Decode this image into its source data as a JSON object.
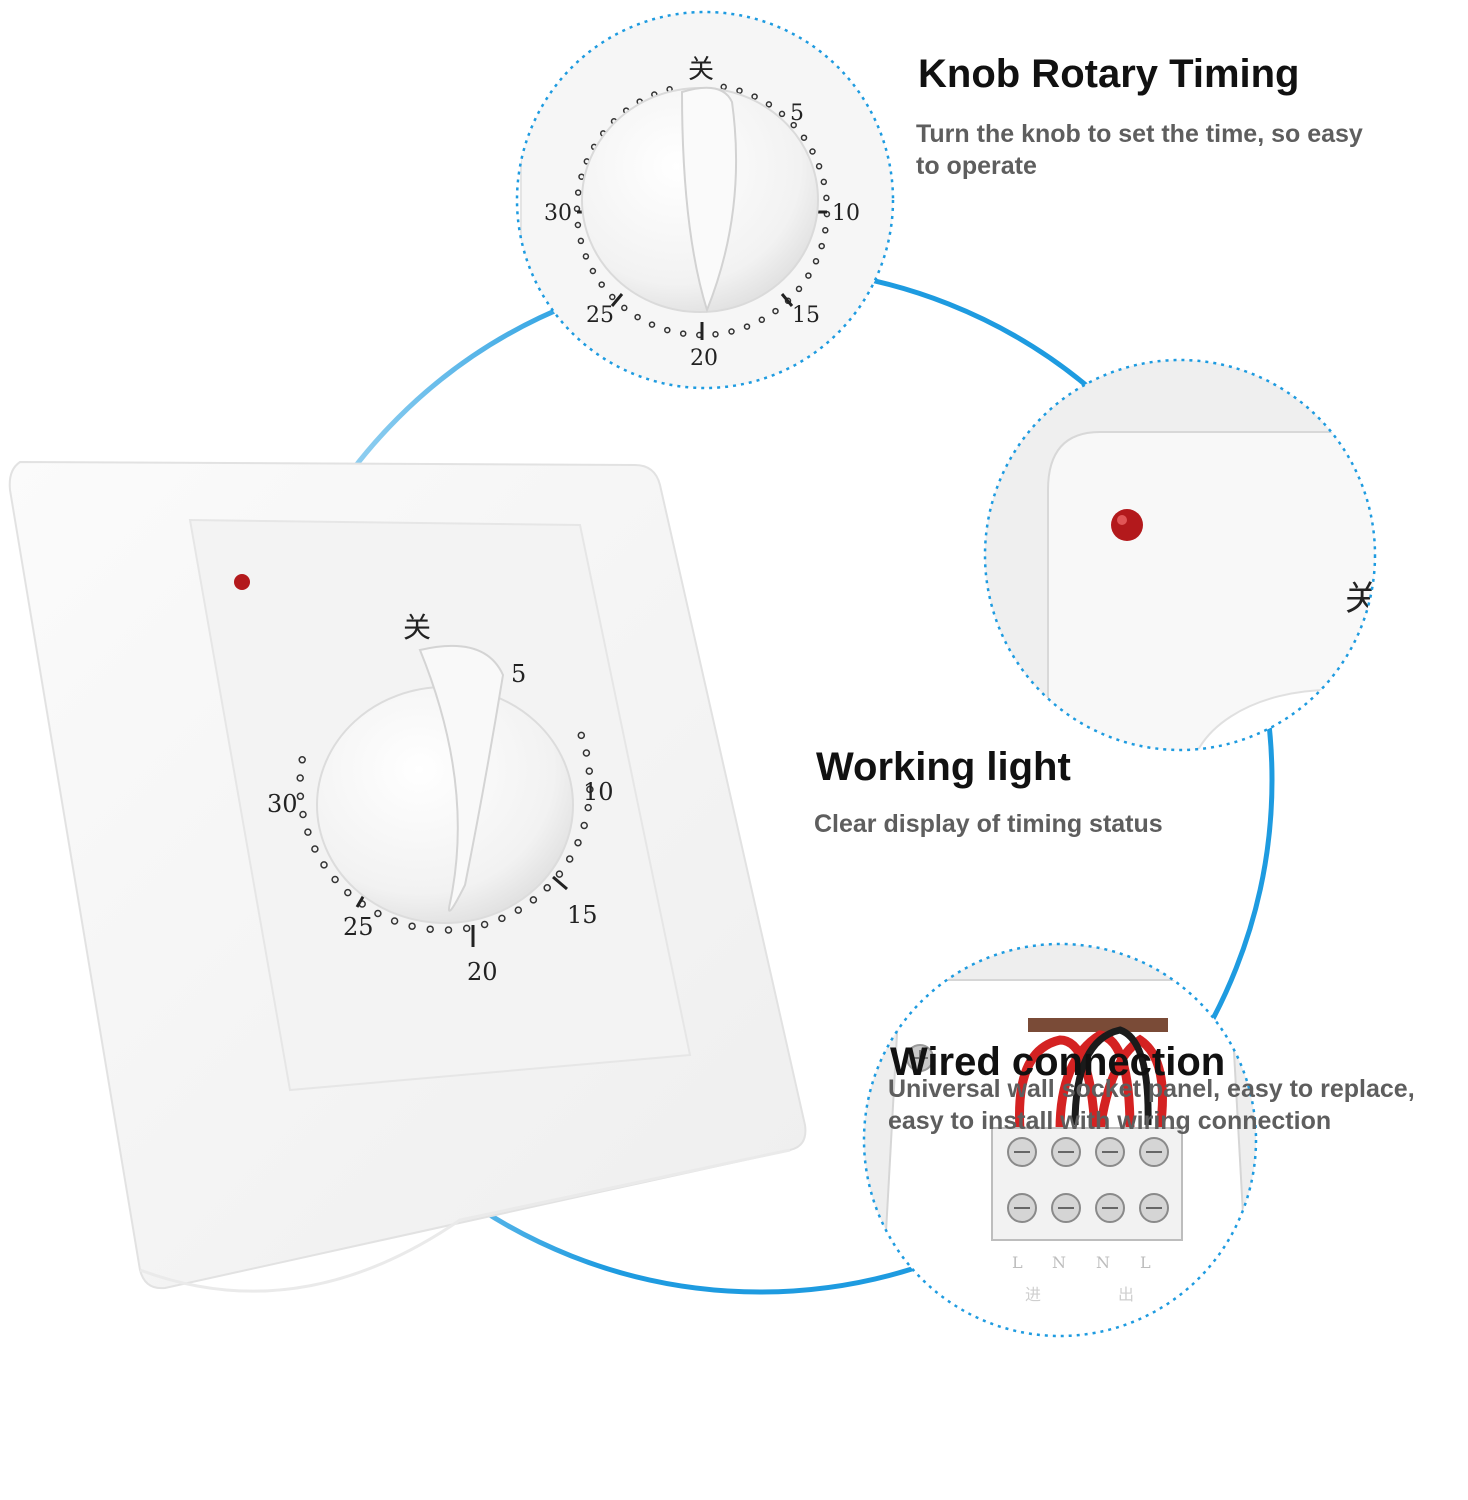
{
  "dial": {
    "off_glyph": "关",
    "numbers": [
      "5",
      "10",
      "15",
      "20",
      "25",
      "30"
    ]
  },
  "terminals": {
    "labels": [
      "L",
      "N",
      "N",
      "L"
    ],
    "in_label": "进",
    "out_label": "出"
  },
  "features": [
    {
      "title": "Knob Rotary Timing",
      "description": "Turn the knob to set the time, so easy to operate"
    },
    {
      "title": "Working light",
      "description": "Clear display of timing status"
    },
    {
      "title": "Wired connection",
      "description": "Universal wall socket panel, easy to replace, easy to install with wiring connection"
    }
  ],
  "colors": {
    "accent_ring": "#1e9be0",
    "panel": "#f7f7f7",
    "indicator_led": "#b3191c",
    "wire_red": "#d42222",
    "wire_black": "#1b1b1b"
  }
}
